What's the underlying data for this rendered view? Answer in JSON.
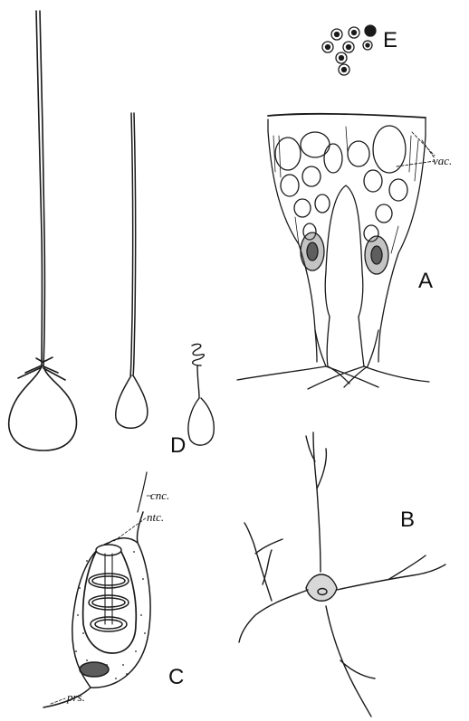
{
  "figure": {
    "panel_labels": {
      "a": "A",
      "b": "B",
      "c": "C",
      "d": "D",
      "e": "E"
    },
    "annotations": {
      "vac": "vac.",
      "cnc": "cnc.",
      "ntc": "ntc.",
      "prs": "prs."
    }
  }
}
